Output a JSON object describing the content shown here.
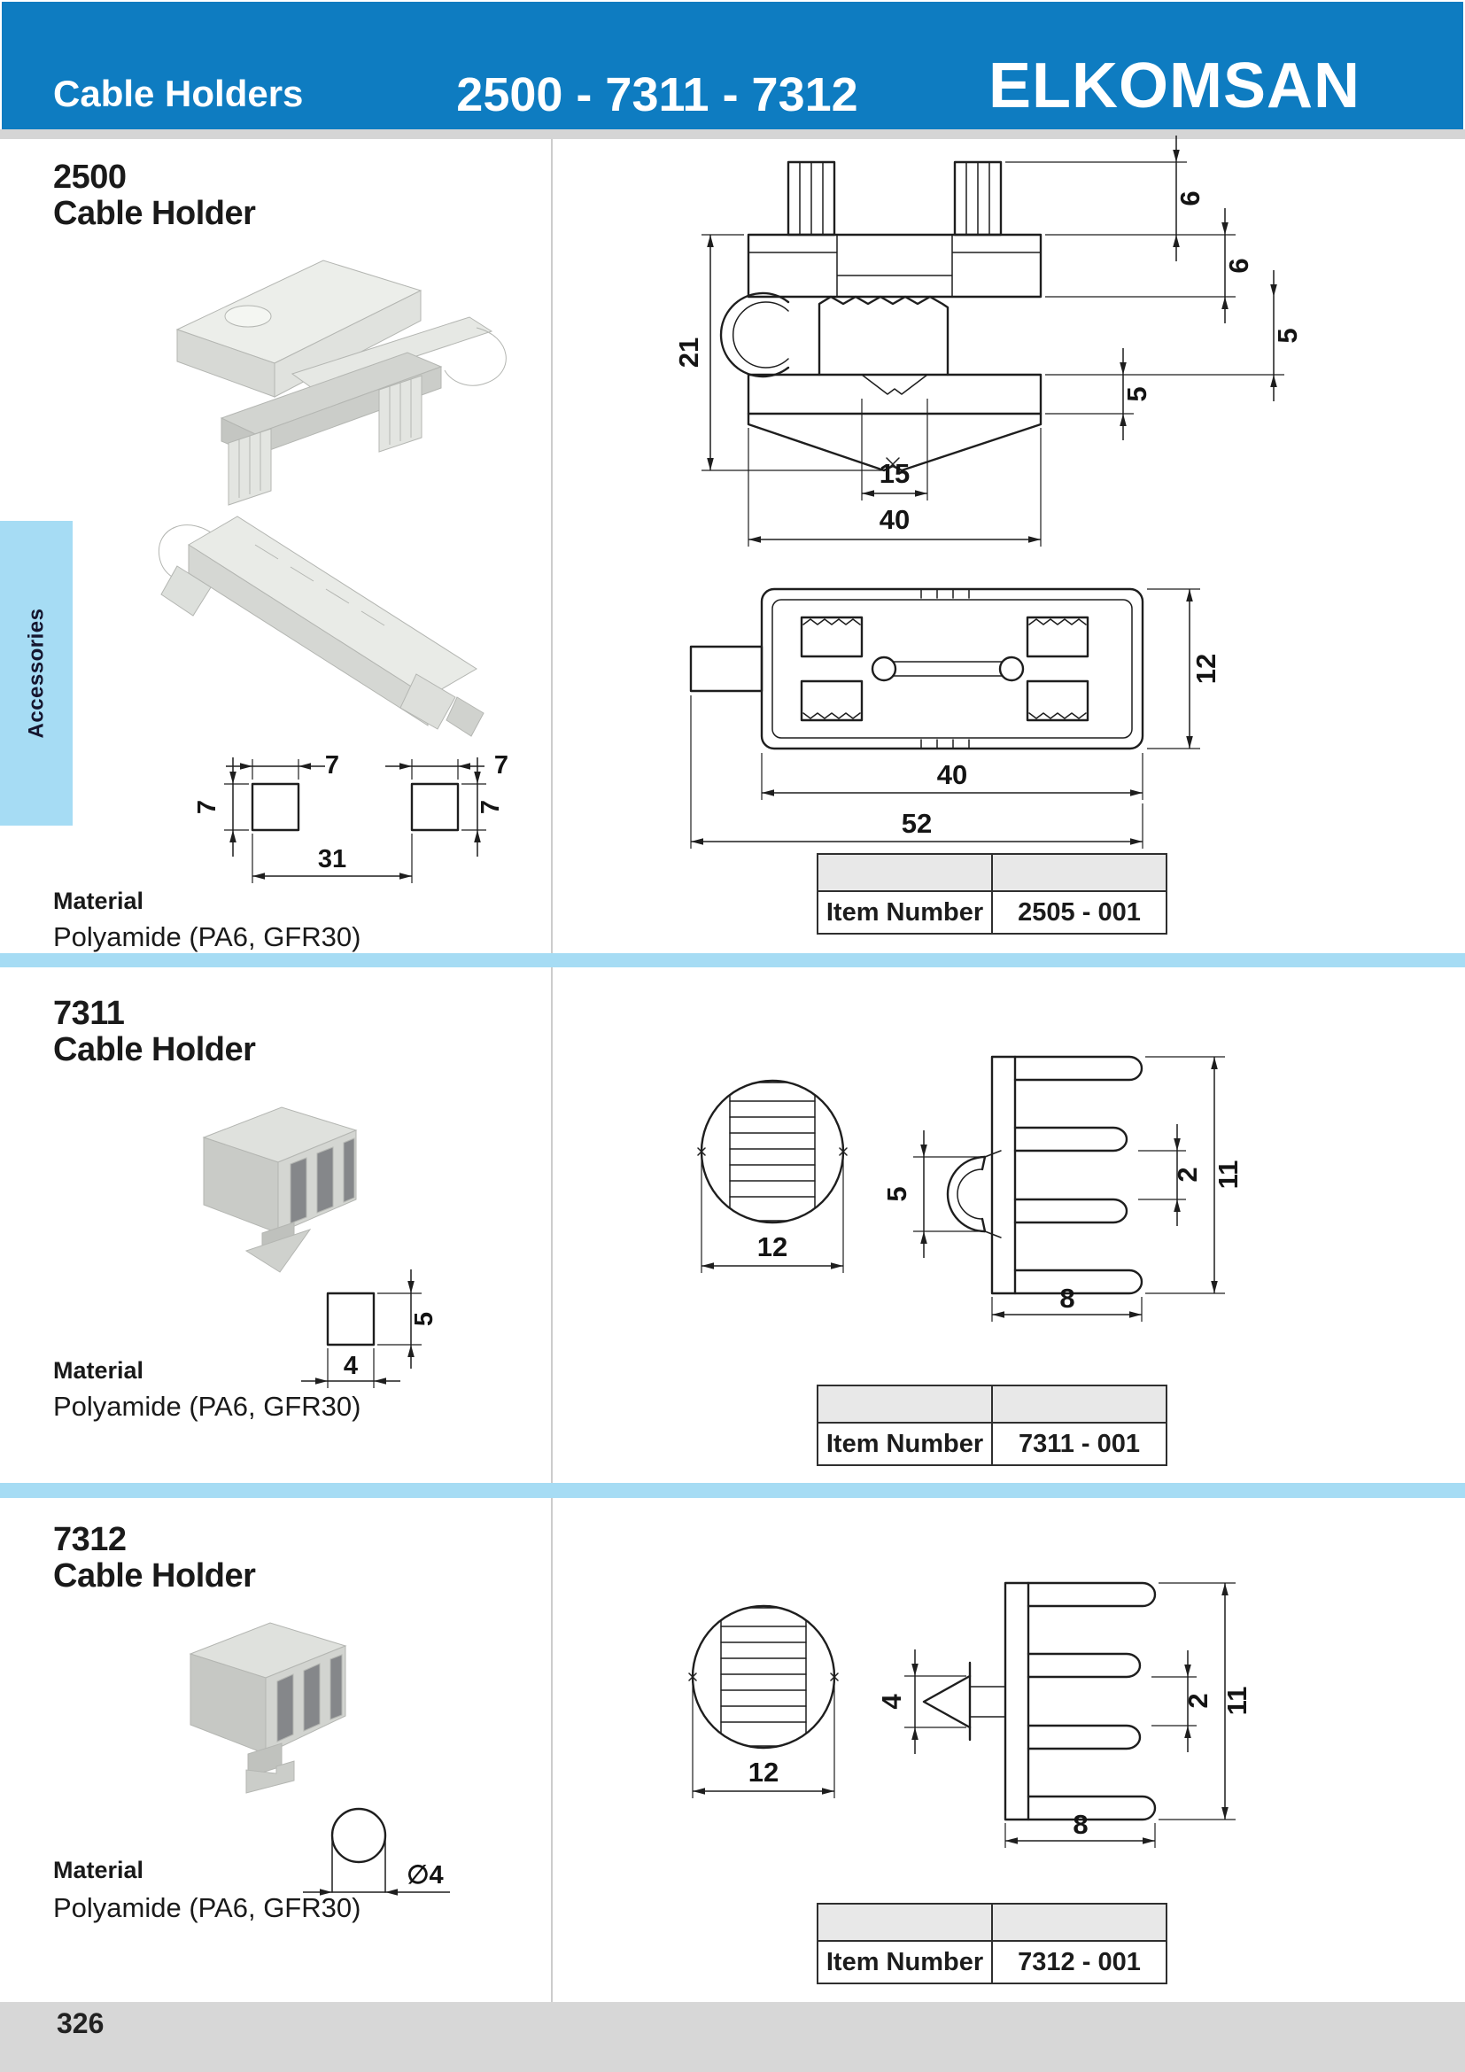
{
  "header": {
    "section": "Cable Holders",
    "models": "2500 - 7311 - 7312",
    "brand": "ELKOMSAN"
  },
  "sidebar": {
    "label": "Accessories"
  },
  "footer": {
    "page_number": "326"
  },
  "sections": [
    {
      "model": "2500",
      "type": "Cable Holder",
      "material_label": "Material",
      "material": "Polyamide (PA6, GFR30)",
      "item_label": "Item Number",
      "item_number": "2505 - 001",
      "dims": {
        "overall_height": "21",
        "pin_height": "6",
        "plate_height": "6",
        "clamp_height": "5",
        "base_height": "5",
        "slot_width": "15",
        "body_width": "40",
        "top_width": "40",
        "overall_length": "52",
        "depth": "12",
        "foot_top_left": "7",
        "foot_top_right": "7",
        "foot_side_left": "7",
        "foot_side_right": "7",
        "foot_spacing": "31"
      }
    },
    {
      "model": "7311",
      "type": "Cable Holder",
      "material_label": "Material",
      "material": "Polyamide (PA6, GFR30)",
      "item_label": "Item Number",
      "item_number": "7311 - 001",
      "dims": {
        "diameter": "12",
        "clip_opening": "5",
        "slot_width": "2",
        "height": "11",
        "body_width": "8",
        "peg_height": "5",
        "peg_width": "4"
      }
    },
    {
      "model": "7312",
      "type": "Cable Holder",
      "material_label": "Material",
      "material": "Polyamide (PA6, GFR30)",
      "item_label": "Item Number",
      "item_number": "7312 - 001",
      "dims": {
        "diameter": "12",
        "peg_height": "4",
        "slot_width": "2",
        "height": "11",
        "body_width": "8",
        "cable_diameter": "∅4"
      }
    }
  ]
}
